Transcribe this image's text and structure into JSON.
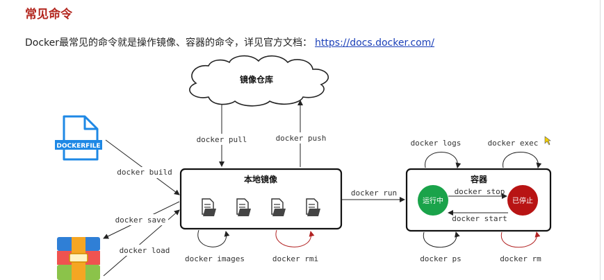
{
  "title": "常见命令",
  "intro": {
    "text": "Docker最常见的命令就是操作镜像、容器的命令，详见官方文档：",
    "link": "https://docs.docker.com/"
  },
  "diagram": {
    "registry": "镜像仓库",
    "local_images": "本地镜像",
    "container_box": "容器",
    "dockerfile_label": "DOCKERFILE",
    "running": "运行中",
    "stopped": "已停止",
    "commands": {
      "build": "docker build",
      "save": "docker save",
      "load": "docker load",
      "pull": "docker pull",
      "push": "docker push",
      "images": "docker images",
      "rmi": "docker rmi",
      "run": "docker run",
      "logs": "docker logs",
      "exec": "docker exec",
      "ps": "docker ps",
      "rm": "docker rm",
      "stop": "docker stop",
      "start": "docker start"
    },
    "colors": {
      "running": "#1aa34a",
      "stopped": "#b81414",
      "dockerfile": "#1e88e5",
      "archive_top": "#2f7fd6",
      "archive_mid": "#ef5350",
      "archive_bottom": "#8bc34a",
      "archive_band": "#f5a623",
      "arrow_red": "#b22222"
    }
  }
}
